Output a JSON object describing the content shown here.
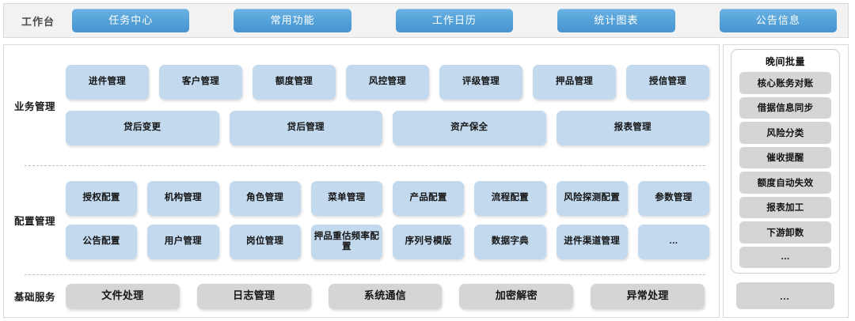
{
  "header": {
    "title": "工作台",
    "tabs": [
      {
        "label": "任务中心"
      },
      {
        "label": "常用功能"
      },
      {
        "label": "工作日历"
      },
      {
        "label": "统计图表"
      },
      {
        "label": "公告信息"
      }
    ],
    "accent_color": "#57a4da",
    "background_color": "#f2f2f2"
  },
  "main": {
    "sections": [
      {
        "label": "业务管理",
        "chip_color": "#c2d9ee",
        "rows": [
          [
            {
              "label": "进件管理"
            },
            {
              "label": "客户管理"
            },
            {
              "label": "额度管理"
            },
            {
              "label": "风控管理"
            },
            {
              "label": "评级管理"
            },
            {
              "label": "押品管理"
            },
            {
              "label": "授信管理"
            }
          ],
          [
            {
              "label": "贷后变更"
            },
            {
              "label": "贷后管理"
            },
            {
              "label": "资产保全"
            },
            {
              "label": "报表管理"
            }
          ]
        ]
      },
      {
        "label": "配置管理",
        "chip_color": "#c2d9ee",
        "rows": [
          [
            {
              "label": "授权配置"
            },
            {
              "label": "机构管理"
            },
            {
              "label": "角色管理"
            },
            {
              "label": "菜单管理"
            },
            {
              "label": "产品配置"
            },
            {
              "label": "流程配置"
            },
            {
              "label": "风险探测配置"
            },
            {
              "label": "参数管理"
            }
          ],
          [
            {
              "label": "公告配置"
            },
            {
              "label": "用户管理"
            },
            {
              "label": "岗位管理"
            },
            {
              "label": "押品重估频率配置"
            },
            {
              "label": "序列号模版"
            },
            {
              "label": "数据字典"
            },
            {
              "label": "进件渠道管理"
            },
            {
              "label": "…"
            }
          ]
        ]
      },
      {
        "label": "基础服务",
        "chip_color": "#d5d5d5",
        "rows": [
          [
            {
              "label": "文件处理"
            },
            {
              "label": "日志管理"
            },
            {
              "label": "系统通信"
            },
            {
              "label": "加密解密"
            },
            {
              "label": "异常处理"
            }
          ]
        ]
      }
    ]
  },
  "sidebar": {
    "title": "晚间批量",
    "items": [
      {
        "label": "核心账务对账"
      },
      {
        "label": "借据信息同步"
      },
      {
        "label": "风险分类"
      },
      {
        "label": "催收提醒"
      },
      {
        "label": "额度自动失效"
      },
      {
        "label": "报表加工"
      },
      {
        "label": "下游卸数"
      },
      {
        "label": "…"
      }
    ],
    "more_label": "…",
    "item_color": "#d5d5d5"
  }
}
